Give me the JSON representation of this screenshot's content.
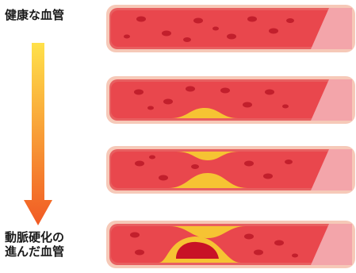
{
  "labels": {
    "healthy": "健康な血管",
    "advanced": "動脈硬化の\n進んだ血管"
  },
  "colors": {
    "vessel_outer": "#f6c9b8",
    "vessel_wall": "#e85f60",
    "vessel_lumen": "#e9474d",
    "blood_cell": "#c21f2c",
    "open_end": "#f3a5aa",
    "plaque": "#f6c333",
    "plaque_edge": "#f1a62a",
    "plaque_core": "#c81226",
    "arrow_top": "#ffe14a",
    "arrow_bottom": "#f15a24"
  },
  "stages": [
    {
      "stage": 1,
      "plaque": "none",
      "core": false
    },
    {
      "stage": 2,
      "plaque": "small",
      "core": false
    },
    {
      "stage": 3,
      "plaque": "medium",
      "core": false
    },
    {
      "stage": 4,
      "plaque": "large",
      "core": true
    }
  ]
}
